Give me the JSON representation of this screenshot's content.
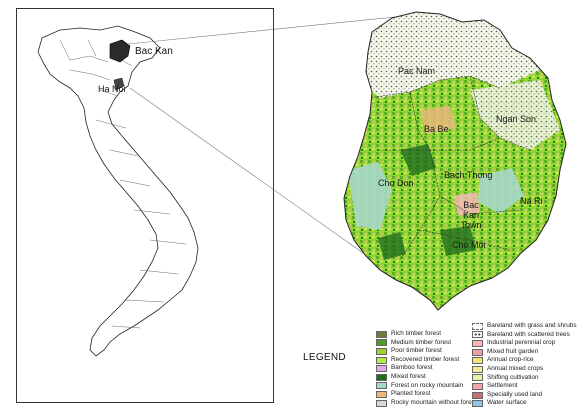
{
  "inset": {
    "highlight_label": "Bac Kan",
    "capital_label": "Ha Noi"
  },
  "map": {
    "districts": [
      {
        "name": "Pac Nam"
      },
      {
        "name": "Ba Be"
      },
      {
        "name": "Ngan Son"
      },
      {
        "name": "Bach Thong"
      },
      {
        "name": "Cho Don"
      },
      {
        "name": "Bac Kan Town"
      },
      {
        "name": "Na Ri"
      },
      {
        "name": "Cho Moi"
      }
    ]
  },
  "legend": {
    "title": "LEGEND",
    "left_column": [
      {
        "label": "Rich timber forest",
        "color": "#6b7d3a"
      },
      {
        "label": "Medium timber forest",
        "color": "#4f9a2a"
      },
      {
        "label": "Poor timber forest",
        "color": "#9ad42a"
      },
      {
        "label": "Recovered timber forest",
        "color": "#b8e84a"
      },
      {
        "label": "Bamboo forest",
        "color": "#e6a8e0"
      },
      {
        "label": "Mixed forest",
        "color": "#1f6e1f"
      },
      {
        "label": "Forest on rocky mountain",
        "color": "#a6d8c8"
      },
      {
        "label": "Planted forest",
        "color": "#e8b87a"
      },
      {
        "label": "Rocky mountain without forest",
        "color": "#d8d8d8"
      }
    ],
    "right_column": [
      {
        "label": "Bareland with grass and shrubs",
        "color": "#ffffff"
      },
      {
        "label": "Bareland with scattered trees",
        "color": "#ffffff"
      },
      {
        "label": "Industrial perennial crop",
        "color": "#f4b8b8"
      },
      {
        "label": "Mixed fruit garden",
        "color": "#f0a0a8"
      },
      {
        "label": "Annual crop-rice",
        "color": "#f6e27a"
      },
      {
        "label": "Annual mixed crops",
        "color": "#f4e8a0"
      },
      {
        "label": "Shifting cultivation",
        "color": "#e8f0a8"
      },
      {
        "label": "Settlement",
        "color": "#f2a6a6"
      },
      {
        "label": "Specially used land",
        "color": "#c87070"
      },
      {
        "label": "Water surface",
        "color": "#8ec8e8"
      }
    ]
  }
}
